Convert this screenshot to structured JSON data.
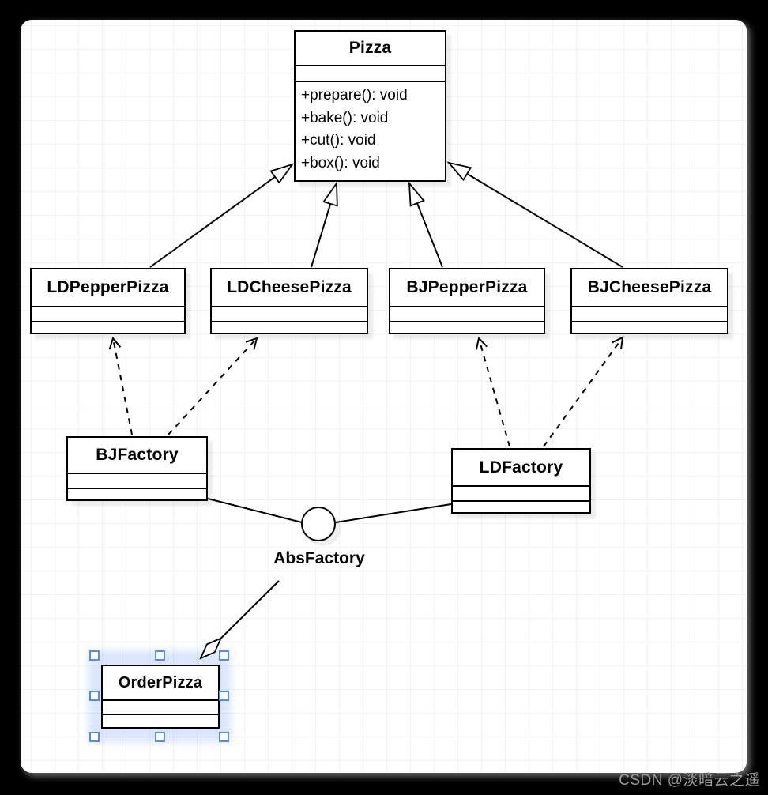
{
  "diagram": {
    "classes": [
      {
        "name": "Pizza",
        "methods": [
          "+prepare(): void",
          "+bake(): void",
          "+cut(): void",
          "+box(): void"
        ]
      },
      {
        "name": "LDPepperPizza",
        "methods": []
      },
      {
        "name": "LDCheesePizza",
        "methods": []
      },
      {
        "name": "BJPepperPizza",
        "methods": []
      },
      {
        "name": "BJCheesePizza",
        "methods": []
      },
      {
        "name": "BJFactory",
        "methods": []
      },
      {
        "name": "LDFactory",
        "methods": []
      },
      {
        "name": "OrderPizza",
        "methods": []
      }
    ],
    "interface_label": "AbsFactory",
    "relationships": {
      "generalizations": [
        "LDPepperPizza -> Pizza",
        "LDCheesePizza -> Pizza",
        "BJPepperPizza -> Pizza",
        "BJCheesePizza -> Pizza"
      ],
      "dependencies": [
        "BJFactory -> LDPepperPizza",
        "BJFactory -> LDCheesePizza",
        "LDFactory -> BJPepperPizza",
        "LDFactory -> BJCheesePizza"
      ],
      "associations": [
        "BJFactory - AbsFactory",
        "LDFactory - AbsFactory"
      ],
      "aggregations": [
        "AbsFactory -> OrderPizza"
      ]
    },
    "selection": {
      "selected_class": "OrderPizza",
      "handle_count": 8
    }
  },
  "watermark": {
    "text": "CSDN @淡暗云之遥"
  },
  "colors": {
    "page_background": "#000000",
    "canvas_surface": "#ffffff",
    "grid_line": "#f2f2f2",
    "stroke": "#000000",
    "selection_blue": "#4f8bf7",
    "watermark_gray": "#9a9a9a"
  }
}
